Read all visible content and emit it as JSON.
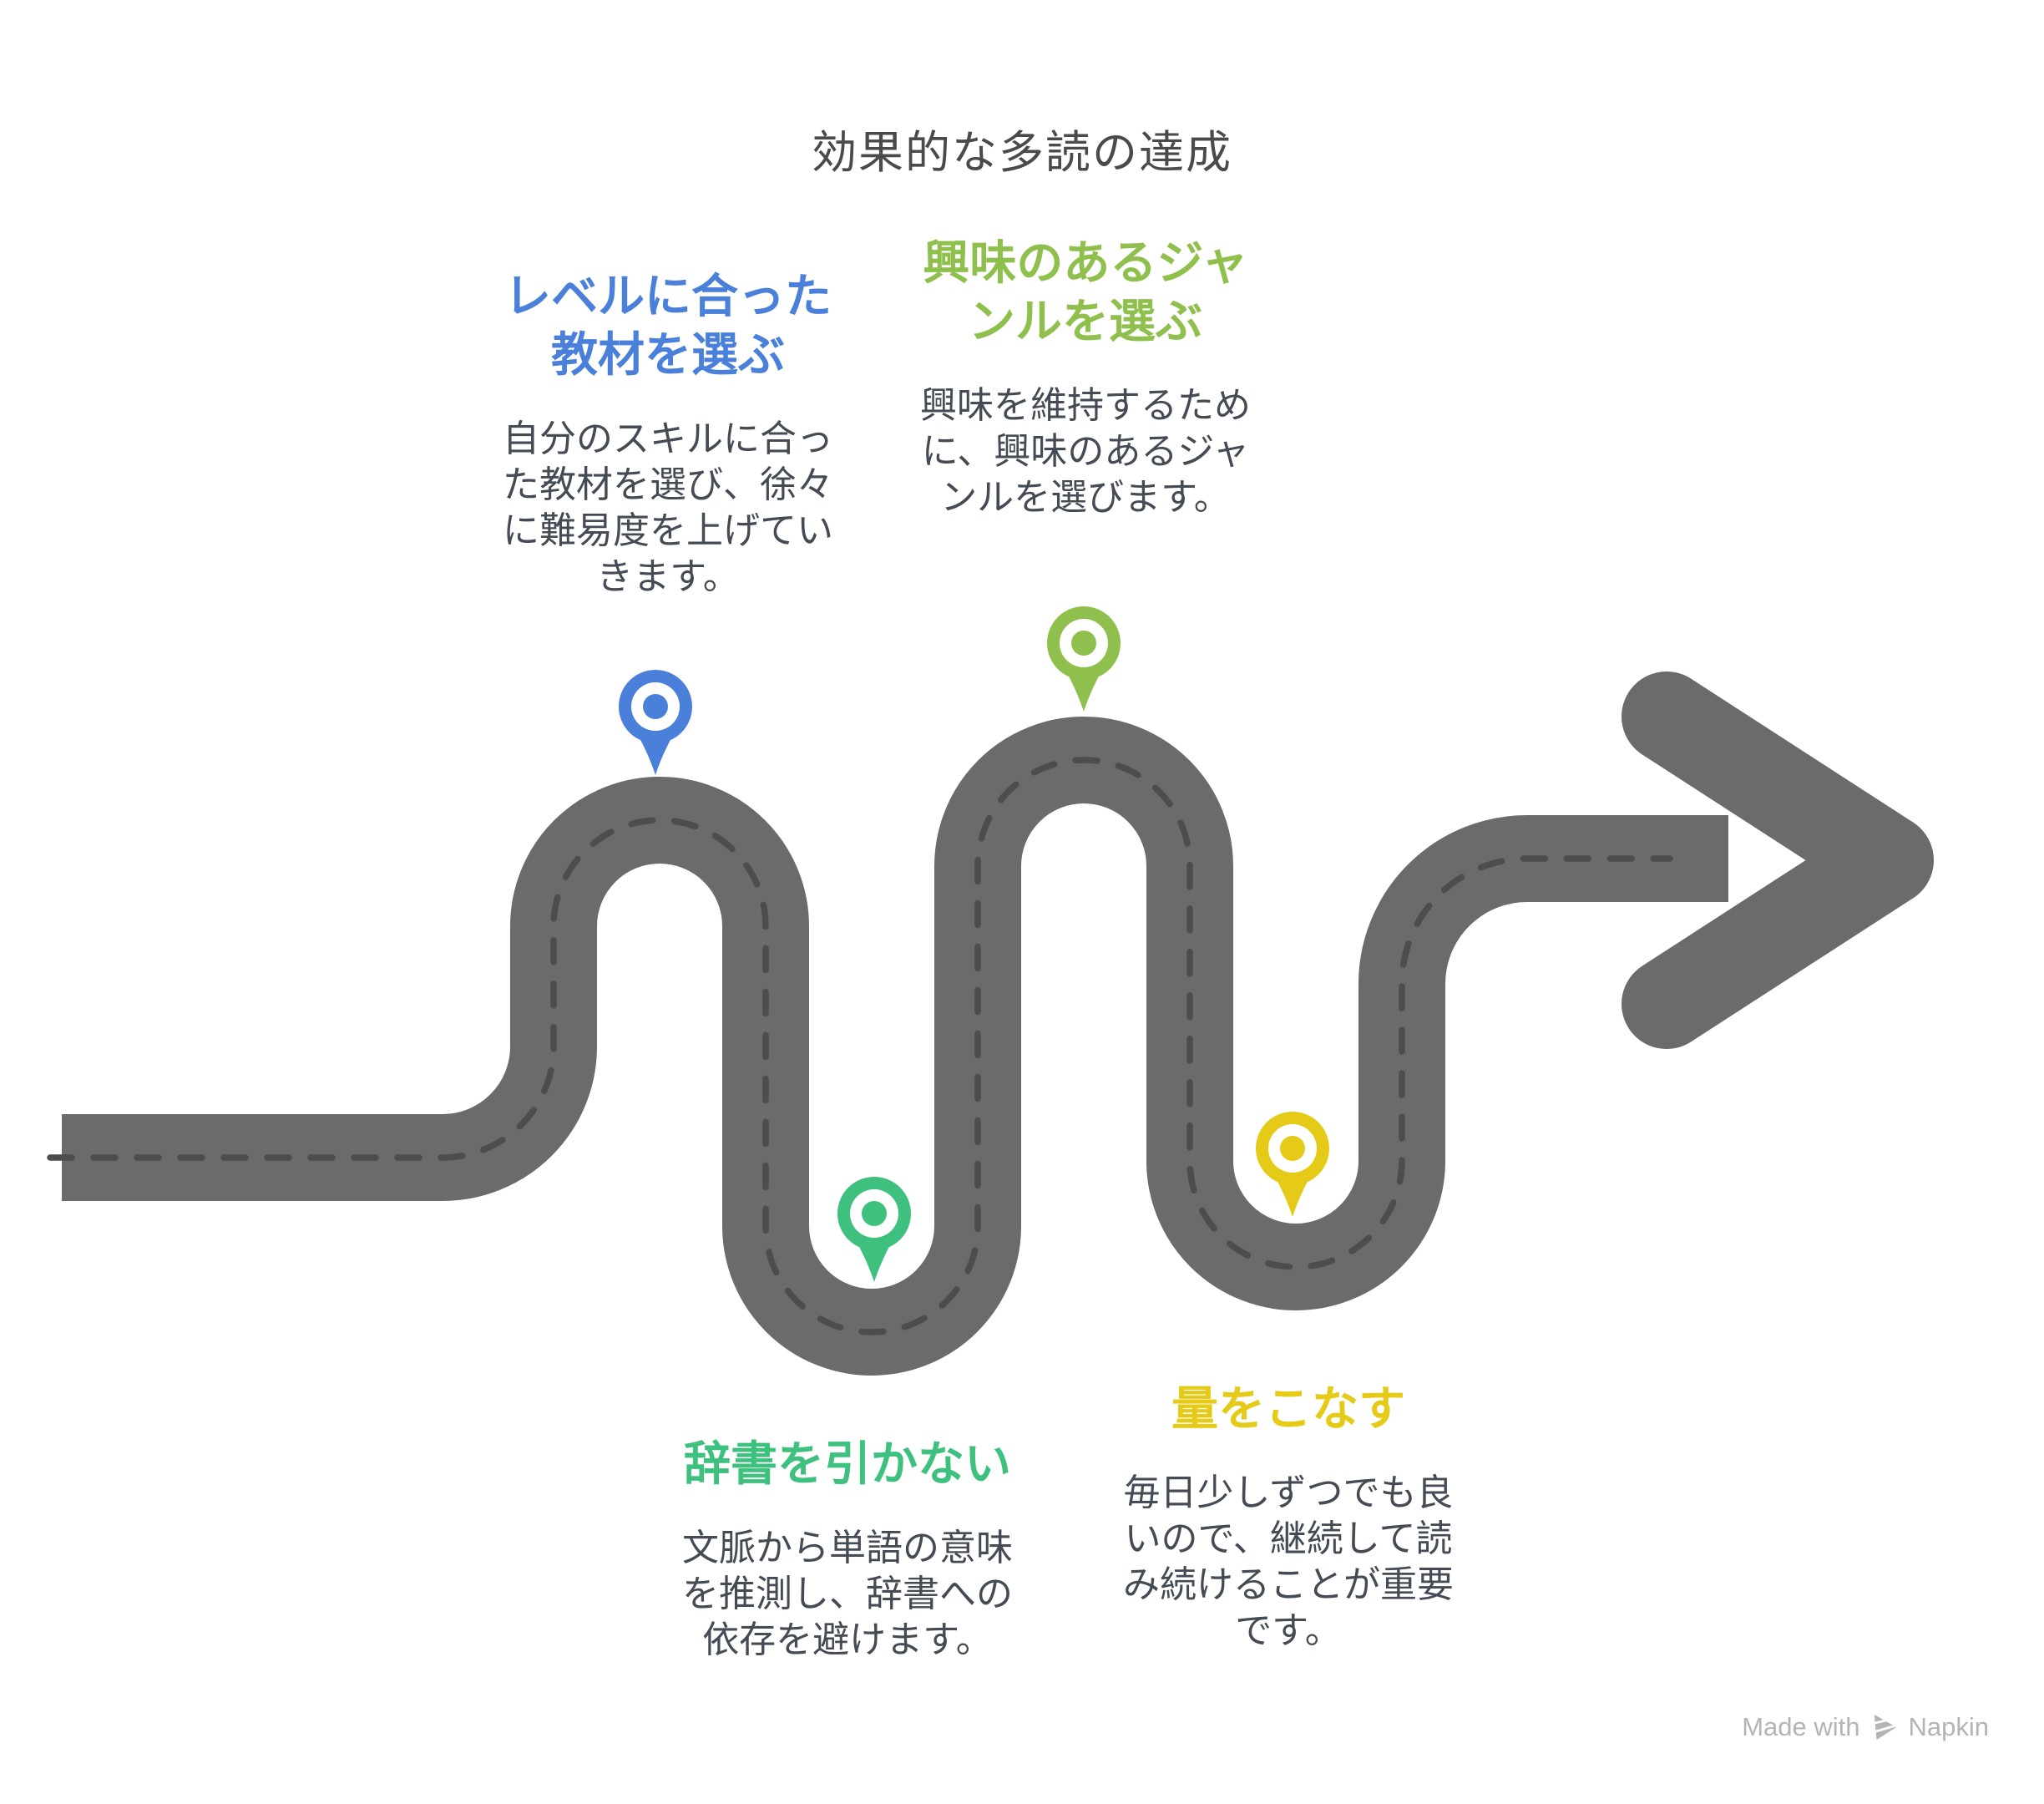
{
  "title": "効果的な多読の達成",
  "steps": [
    {
      "heading": "レベルに合った\n教材を選ぶ",
      "description": "自分のスキルに合った教材を選び、徐々に難易度を上げていきます。",
      "accent": "#4a80d9"
    },
    {
      "heading": "興味のあるジャ\nンルを選ぶ",
      "description": "興味を維持するために、興味のあるジャンルを選びます。",
      "accent": "#8fc04d"
    },
    {
      "heading": "辞書を引かない",
      "description": "文脈から単語の意味を推測し、辞書への依存を避けます。",
      "accent": "#3ec07e"
    },
    {
      "heading": "量をこなす",
      "description": "毎日少しずつでも良いので、継続して読み続けることが重要です。",
      "accent": "#e5cb17"
    }
  ],
  "road": {
    "color": "#6b6b6b",
    "dash_color": "#4d4d4d"
  },
  "text_colors": {
    "title": "#4a4a4a",
    "body": "#444b55"
  },
  "watermark": {
    "prefix": "Made with",
    "brand": "Napkin",
    "color": "#b4b4b4"
  }
}
